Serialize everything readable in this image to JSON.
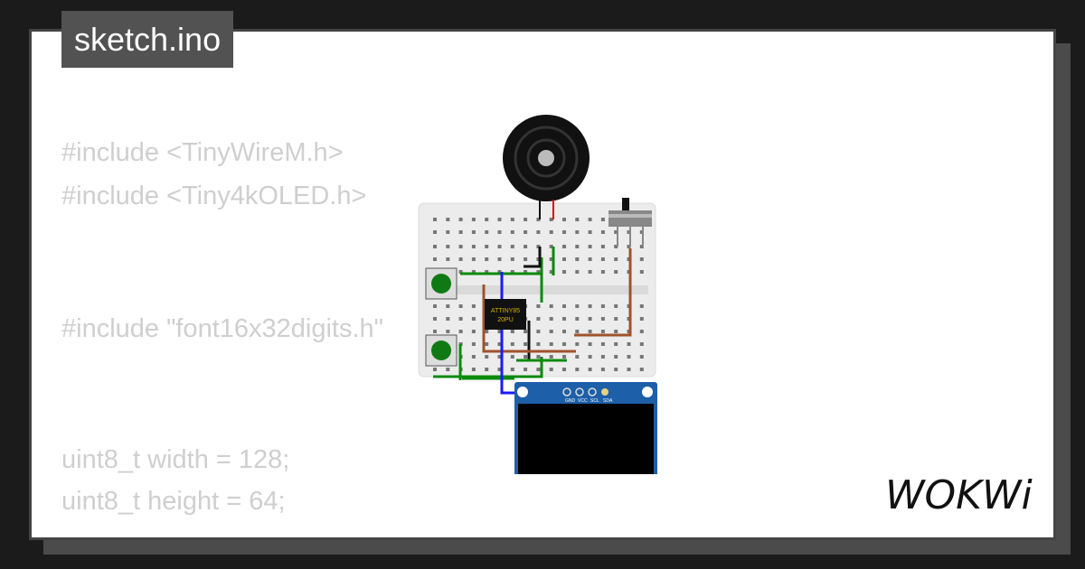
{
  "file": {
    "tab_label": "sketch.ino"
  },
  "code": {
    "lines": [
      "#include <TinyWireM.h>",
      "#include <Tiny4kOLED.h>",
      "#include \"font16x32digits.h\"",
      "uint8_t width = 128;",
      "uint8_t height = 64;"
    ]
  },
  "circuit": {
    "chip_label_line1": "ATTINY85",
    "chip_label_line2": "20PU",
    "oled_pins": [
      "GND",
      "VCC",
      "SCL",
      "SDA"
    ]
  },
  "brand": {
    "logo_text": "WOKWi"
  },
  "colors": {
    "wire_green": "#0c8a0c",
    "wire_blue": "#1a1aff",
    "wire_brown": "#a0522d",
    "wire_black": "#111111",
    "wire_red": "#e00000",
    "oled_board": "#1d5fa8",
    "button": "#0f7a14"
  }
}
